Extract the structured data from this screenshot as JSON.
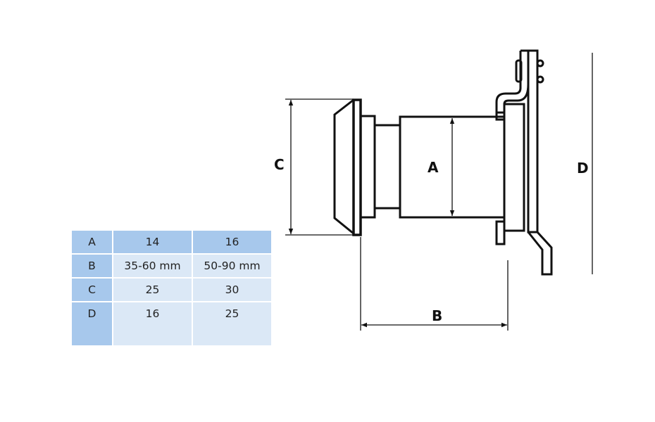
{
  "diagram": {
    "labels": {
      "A": "A",
      "B": "B",
      "C": "C",
      "D": "D"
    },
    "line_color": "#111111"
  },
  "table": {
    "rows": [
      {
        "key": "A",
        "v1": "14",
        "v2": "16"
      },
      {
        "key": "B",
        "v1": "35-60 mm",
        "v2": "50-90 mm"
      },
      {
        "key": "C",
        "v1": "25",
        "v2": "30"
      },
      {
        "key": "D",
        "v1": "16",
        "v2": "25"
      }
    ],
    "colors": {
      "header": "#a7c8ec",
      "cell": "#dbe8f6"
    }
  }
}
